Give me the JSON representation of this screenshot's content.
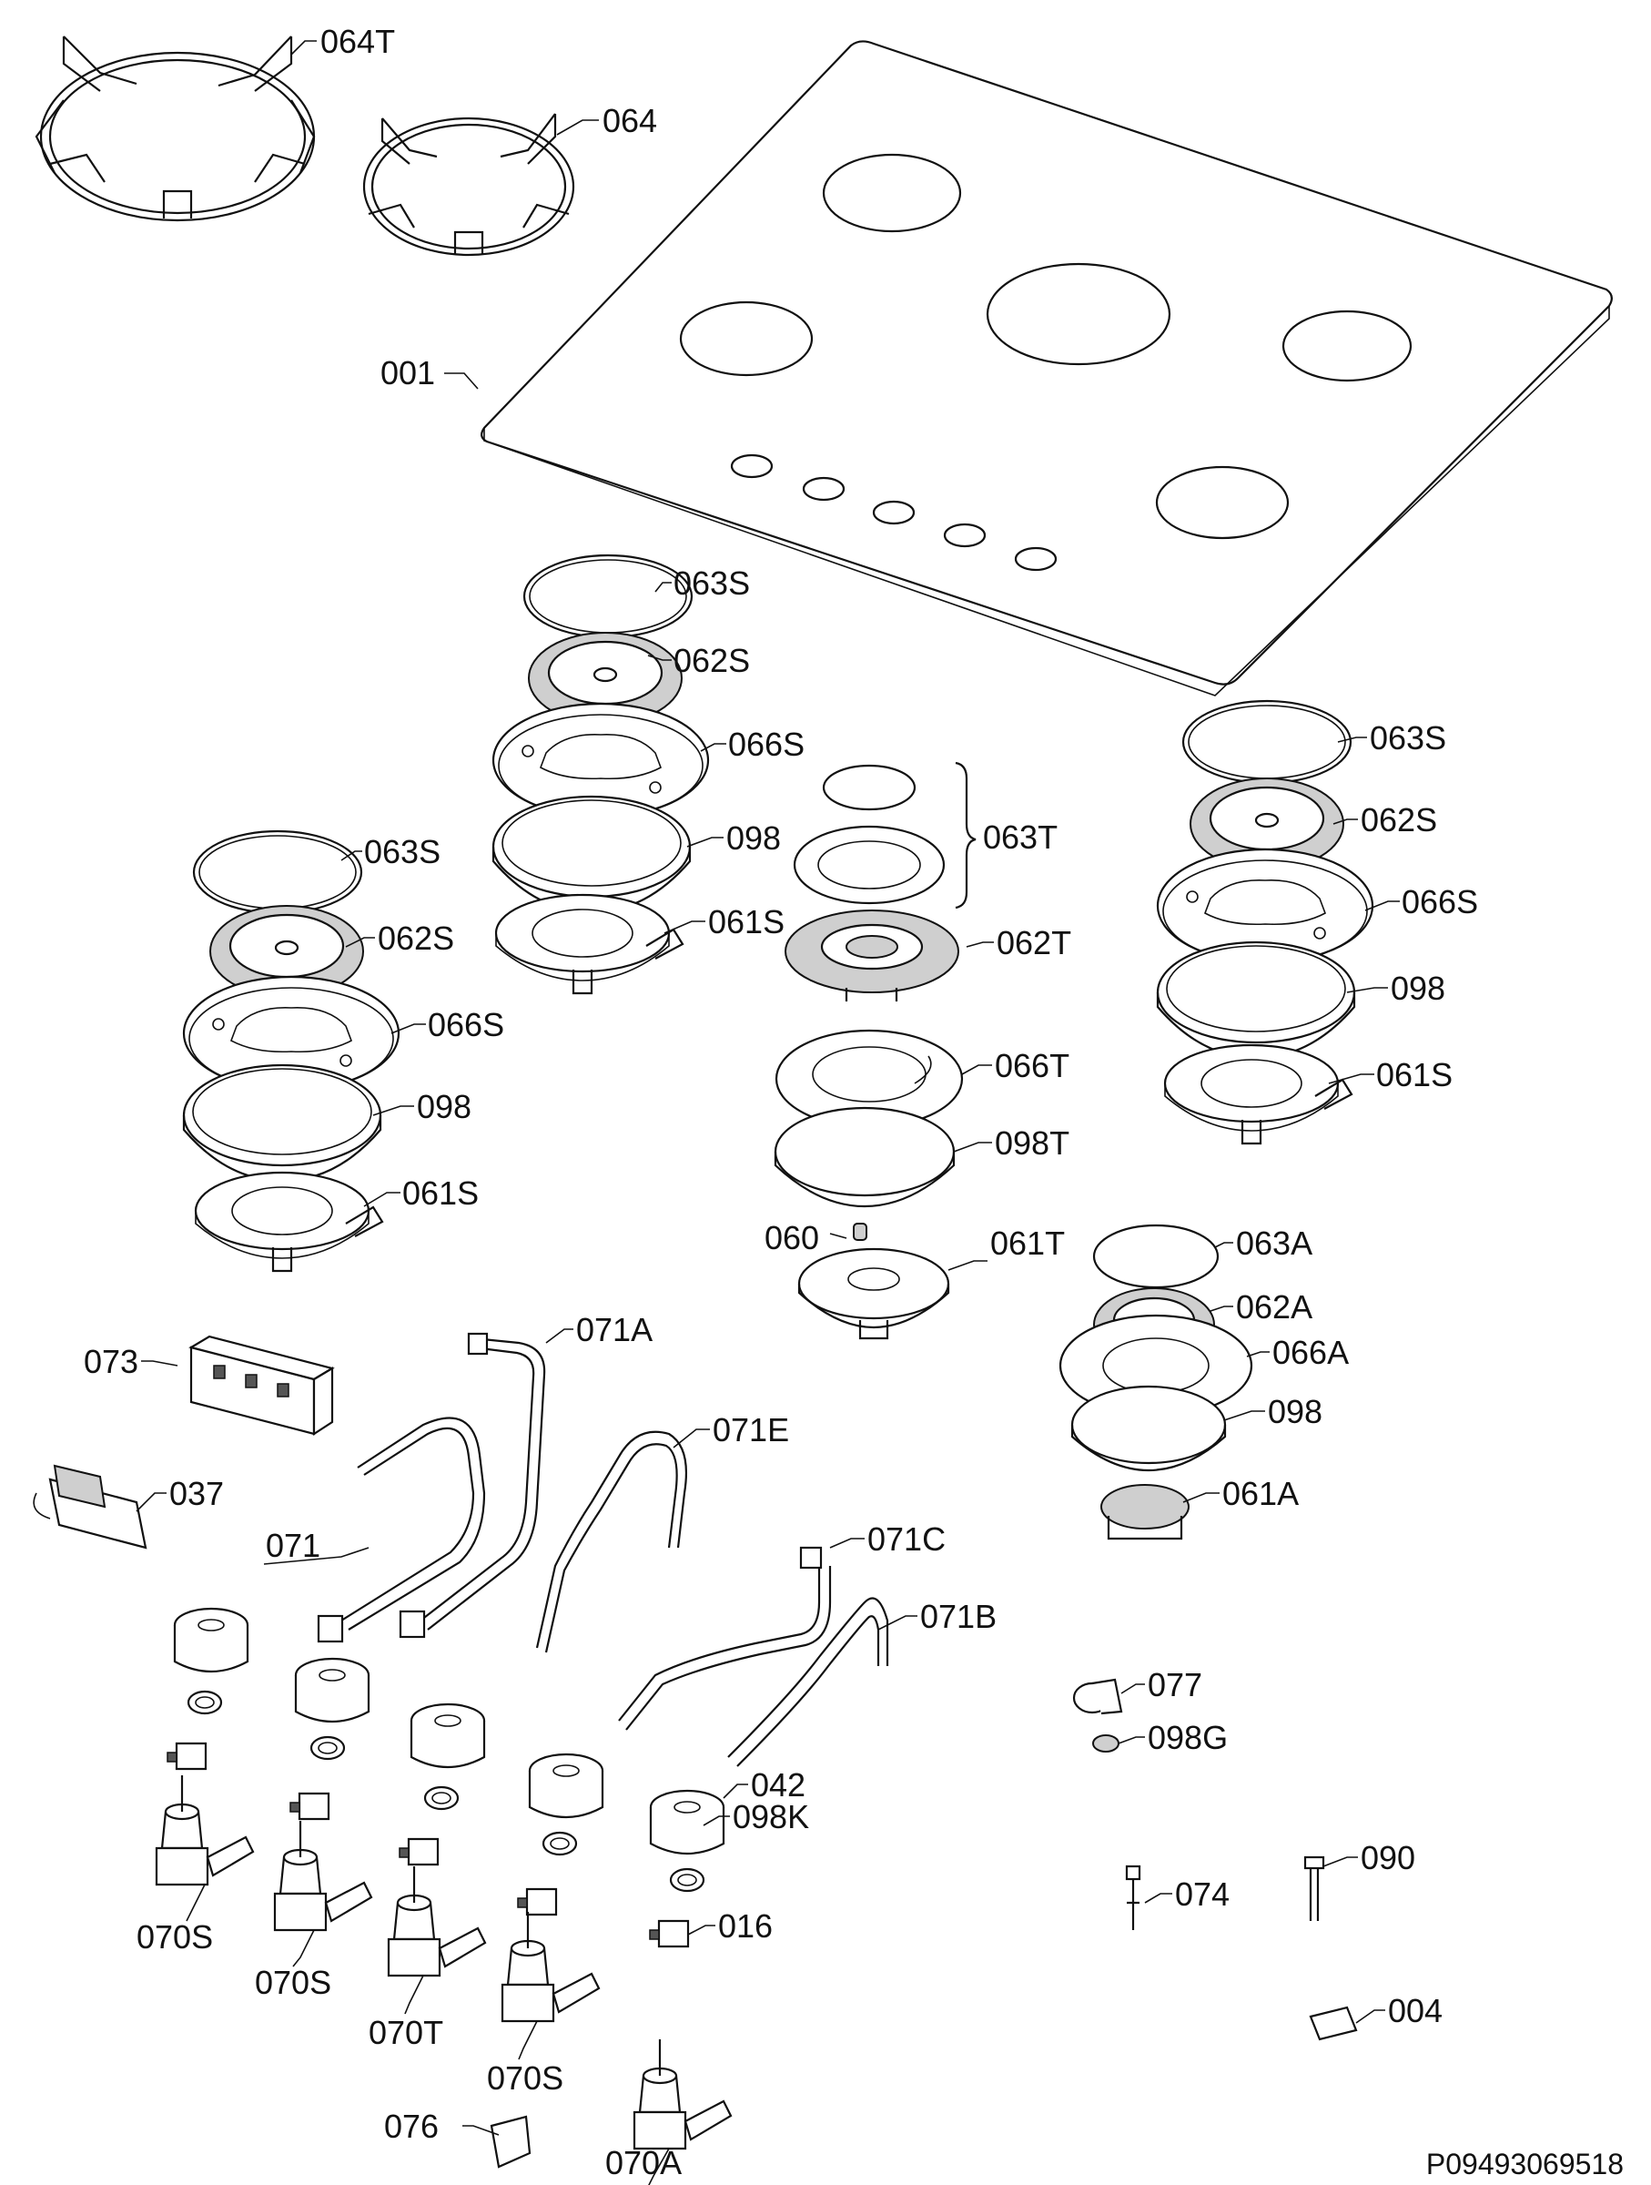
{
  "diagram": {
    "docref": "P09493069518",
    "labels": {
      "l064T": "064T",
      "l064": "064",
      "l001": "001",
      "l063S_a": "063S",
      "l062S_a": "062S",
      "l066S_a": "066S",
      "l098_a": "098",
      "l061S_a": "061S",
      "l063T": "063T",
      "l062T": "062T",
      "l066T": "066T",
      "l098T": "098T",
      "l061T": "061T",
      "l060": "060",
      "l063S_b": "063S",
      "l062S_b": "062S",
      "l066S_b": "066S",
      "l098_b": "098",
      "l061S_b": "061S",
      "l063S_c": "063S",
      "l062S_c": "062S",
      "l066S_c": "066S",
      "l098_c": "098",
      "l061S_c": "061S",
      "l063A": "063A",
      "l062A": "062A",
      "l066A": "066A",
      "l098_d": "098",
      "l061A": "061A",
      "l073": "073",
      "l037": "037",
      "l071": "071",
      "l071A": "071A",
      "l071E": "071E",
      "l071C": "071C",
      "l071B": "071B",
      "l077": "077",
      "l098G": "098G",
      "l042": "042",
      "l098K": "098K",
      "l016": "016",
      "l074": "074",
      "l090": "090",
      "l004": "004",
      "l070S_a": "070S",
      "l070S_b": "070S",
      "l070T": "070T",
      "l070S_c": "070S",
      "l070A": "070A",
      "l076": "076"
    }
  }
}
